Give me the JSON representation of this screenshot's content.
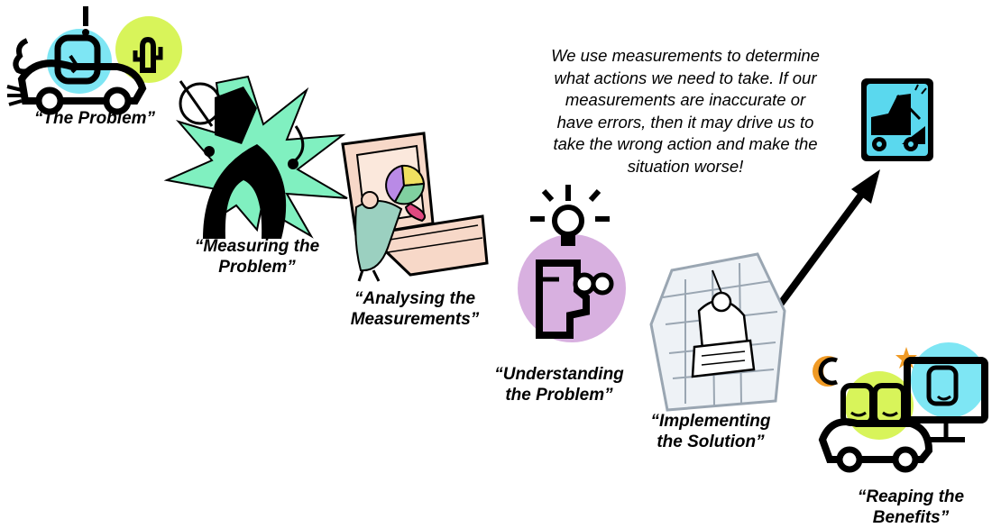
{
  "steps": [
    {
      "line1": "“The Problem”",
      "icon": "car-driver-cactus-icon"
    },
    {
      "line1": "“Measuring the",
      "line2": "Problem”",
      "icon": "measuring-starburst-icon"
    },
    {
      "line1": "“Analysing the",
      "line2": "Measurements”",
      "icon": "presentation-pie-chart-icon"
    },
    {
      "line1": "“Understanding",
      "line2": "the Problem”",
      "icon": "lightbulb-thinker-icon"
    },
    {
      "line1": "“Implementing",
      "line2": "the Solution”",
      "icon": "worker-building-icon"
    },
    {
      "line1": "“Reaping the",
      "line2": "Benefits”",
      "icon": "happy-drivers-tv-icon"
    }
  ],
  "note": {
    "lines": [
      "We use measurements to determine",
      "what actions we need to take. If our",
      "measurements are inaccurate or",
      "have errors, then it may drive us to",
      "take the wrong action and make the",
      "situation worse!"
    ]
  },
  "tow_icon": "tow-truck-icon",
  "arrow_icon": "up-right-arrow-icon",
  "colors": {
    "cyan": "#7ee6f4",
    "lime": "#d8f45a",
    "mint": "#80f0c0",
    "lilac": "#d8b0e0",
    "orange": "#f09a24",
    "peach": "#f7d8c8",
    "black": "#000000"
  }
}
